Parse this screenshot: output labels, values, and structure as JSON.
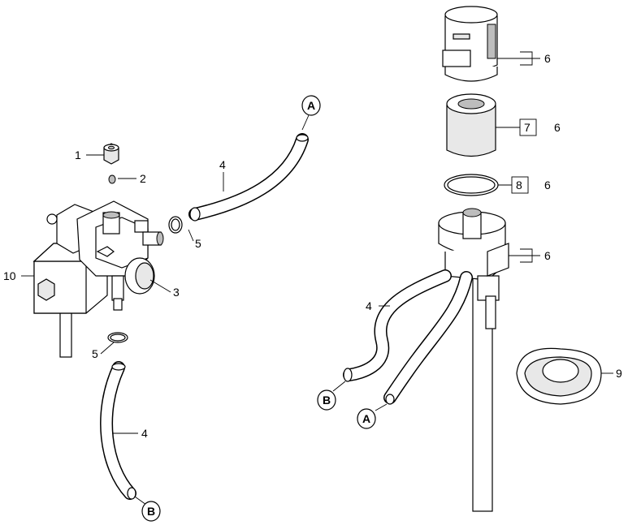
{
  "callouts": {
    "c1": "1",
    "c2": "2",
    "c3": "3",
    "c4a": "4",
    "c4b": "4",
    "c4c": "4",
    "c5a": "5",
    "c5b": "5",
    "c6a": "6",
    "c6b": "6",
    "c6c": "6",
    "c6d": "6",
    "c7": "7",
    "c8": "8",
    "c9": "9",
    "c10": "10"
  },
  "connectors": {
    "a_top": "A",
    "a_bottom": "A",
    "b_left": "B",
    "b_bottom": "B"
  }
}
